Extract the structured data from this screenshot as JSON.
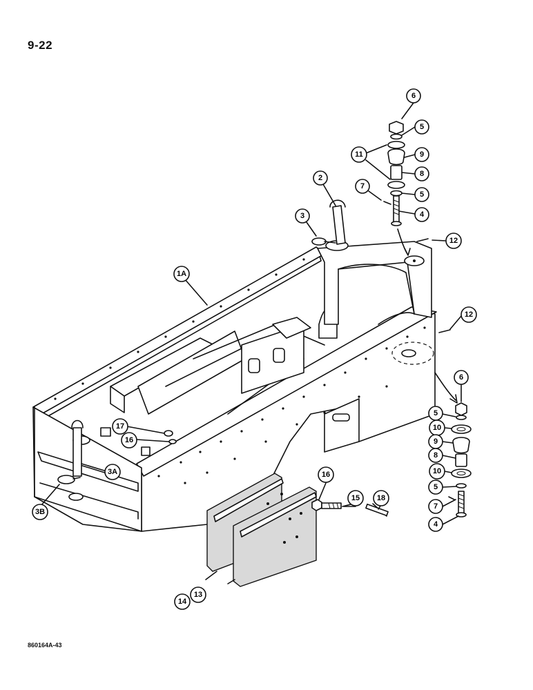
{
  "page": {
    "page_number": "9-22",
    "figure_code": "860164A-43"
  },
  "callouts": [
    {
      "id": "c6a",
      "label": "6"
    },
    {
      "id": "c5a",
      "label": "5"
    },
    {
      "id": "c11",
      "label": "11"
    },
    {
      "id": "c9a",
      "label": "9"
    },
    {
      "id": "c8a",
      "label": "8"
    },
    {
      "id": "c7a",
      "label": "7"
    },
    {
      "id": "c5b",
      "label": "5"
    },
    {
      "id": "c4a",
      "label": "4"
    },
    {
      "id": "c2",
      "label": "2"
    },
    {
      "id": "c3",
      "label": "3"
    },
    {
      "id": "c12a",
      "label": "12"
    },
    {
      "id": "c1a",
      "label": "1A"
    },
    {
      "id": "c12b",
      "label": "12"
    },
    {
      "id": "c6b",
      "label": "6"
    },
    {
      "id": "c5c",
      "label": "5"
    },
    {
      "id": "c10a",
      "label": "10"
    },
    {
      "id": "c9b",
      "label": "9"
    },
    {
      "id": "c8b",
      "label": "8"
    },
    {
      "id": "c10b",
      "label": "10"
    },
    {
      "id": "c5d",
      "label": "5"
    },
    {
      "id": "c7b",
      "label": "7"
    },
    {
      "id": "c4b",
      "label": "4"
    },
    {
      "id": "c17",
      "label": "17"
    },
    {
      "id": "c16a",
      "label": "16"
    },
    {
      "id": "c3a",
      "label": "3A"
    },
    {
      "id": "c3b",
      "label": "3B"
    },
    {
      "id": "c16b",
      "label": "16"
    },
    {
      "id": "c15",
      "label": "15"
    },
    {
      "id": "c18",
      "label": "18"
    },
    {
      "id": "c13",
      "label": "13"
    },
    {
      "id": "c14",
      "label": "14"
    }
  ]
}
